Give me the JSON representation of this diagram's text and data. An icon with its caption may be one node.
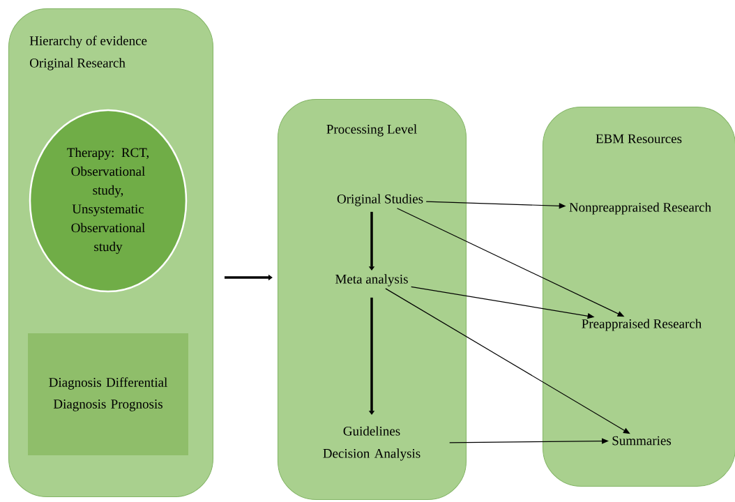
{
  "diagram": {
    "nodes": [
      {
        "text": [
          "Hierarchy of evidence",
          "Original Research"
        ]
      },
      {
        "text": [
          "Therapy: RCT, Observational study, Unsystematic Observational study"
        ],
        "in": 0
      },
      {
        "text": [
          "Diagnosis Differential Diagnosis Prognosis"
        ],
        "in": 0
      },
      {
        "text": [
          "Processing Level"
        ]
      },
      {
        "text": [
          "Original Studies"
        ],
        "in": 3
      },
      {
        "text": [
          "Meta analysis"
        ],
        "in": 3
      },
      {
        "text": [
          "Guidelines Decision Analysis"
        ],
        "in": 3
      },
      {
        "text": [
          "EBM Resources"
        ]
      },
      {
        "text": [
          "Nonpreappraised Research"
        ],
        "in": 7
      },
      {
        "text": [
          "Preappraised Research"
        ],
        "in": 7
      },
      {
        "text": [
          "Summaries"
        ],
        "in": 7
      }
    ],
    "edges": [
      {
        "from": 0,
        "to": 3,
        "arrow": "to",
        "style": "thick"
      },
      {
        "from": 4,
        "to": 5,
        "arrow": "to",
        "style": "thick"
      },
      {
        "from": 5,
        "to": 6,
        "arrow": "to",
        "style": "thick"
      },
      {
        "from": 4,
        "to": 8,
        "arrow": "to"
      },
      {
        "from": 4,
        "to": 9,
        "arrow": "to"
      },
      {
        "from": 5,
        "to": 9,
        "arrow": "to"
      },
      {
        "from": 5,
        "to": 10,
        "arrow": "to"
      },
      {
        "from": 6,
        "to": 10,
        "arrow": "to"
      }
    ]
  }
}
